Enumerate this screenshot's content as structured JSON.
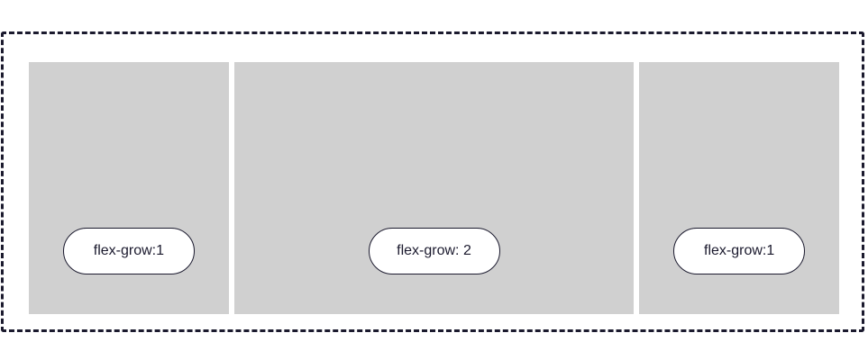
{
  "items": [
    {
      "label": "flex-grow:1",
      "grow": 1
    },
    {
      "label": "flex-grow: 2",
      "grow": 2
    },
    {
      "label": "flex-grow:1",
      "grow": 1
    }
  ],
  "colors": {
    "item_background": "#d0d0d0",
    "border": "#1b1a2e",
    "pill_background": "#ffffff"
  }
}
